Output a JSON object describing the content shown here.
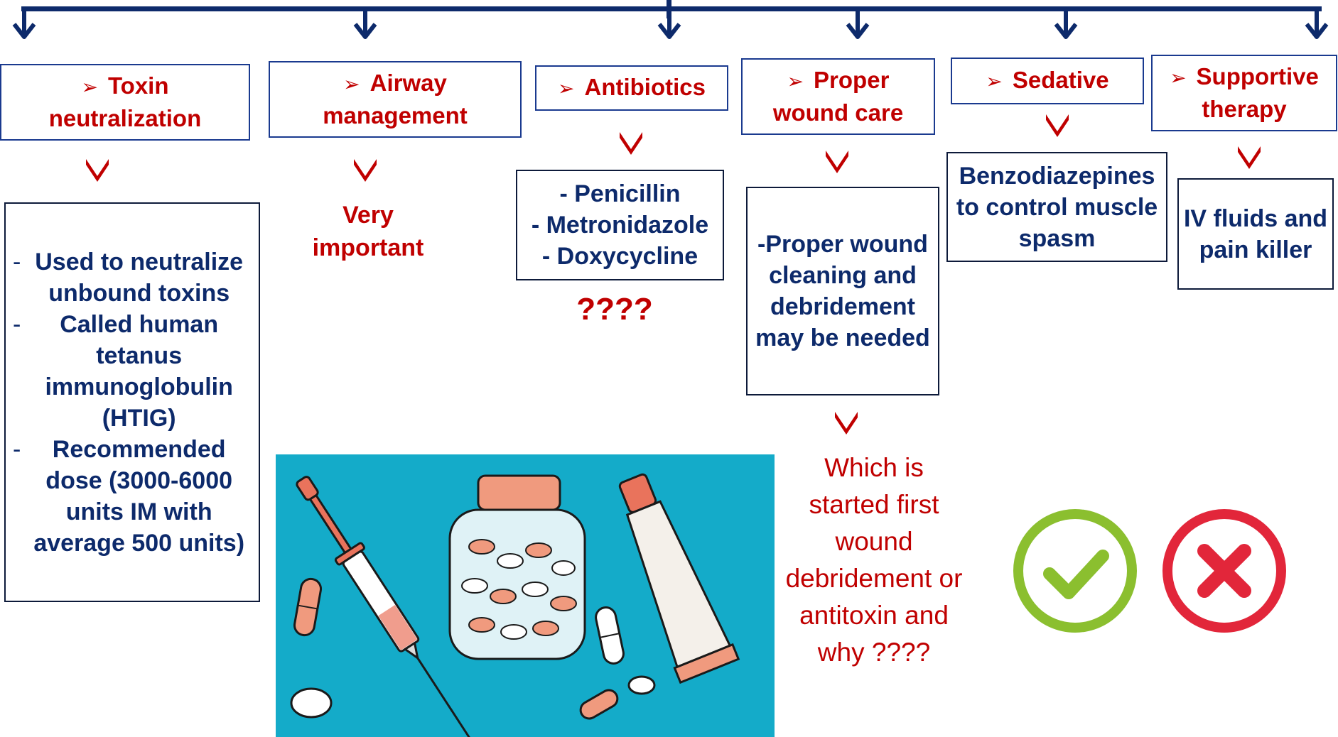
{
  "colors": {
    "navy": "#0d2a6b",
    "red": "#c00000",
    "teal": "#14abc9",
    "green": "#8bbf2f"
  },
  "categories": [
    {
      "heading_line1": "Toxin",
      "heading_line2": "neutralization"
    },
    {
      "heading_line1": "Airway",
      "heading_line2": "management"
    },
    {
      "heading_line1": "Antibiotics"
    },
    {
      "heading_line1": "Proper",
      "heading_line2": "wound care"
    },
    {
      "heading_line1": "Sedative"
    },
    {
      "heading_line1": "Supportive",
      "heading_line2": "therapy"
    }
  ],
  "toxin_details": [
    {
      "text": "Used to neutralize unbound toxins"
    },
    {
      "text": "Called human tetanus immunoglobulin (HTIG)"
    },
    {
      "text": "Recommended dose (3000-6000 units IM with average 500 units)"
    }
  ],
  "airway_note": "Very important",
  "antibiotics_list": [
    "- Penicillin",
    "- Metronidazole",
    "- Doxycycline"
  ],
  "antibiotics_question": "????",
  "wound_detail": "-Proper wound cleaning and debridement may be needed",
  "wound_question": "Which is started first wound debridement or antitoxin and why ????",
  "sedative_detail": "Benzodiazepines to control muscle spasm",
  "supportive_detail": "IV fluids and pain killer",
  "icons": [
    "arrow-down-icon",
    "bullet-triangle-icon",
    "chevron-down-icon",
    "syringe-icon",
    "pill-jar-icon",
    "ointment-tube-icon",
    "capsule-icon",
    "tablet-icon",
    "check-icon",
    "cross-icon"
  ]
}
